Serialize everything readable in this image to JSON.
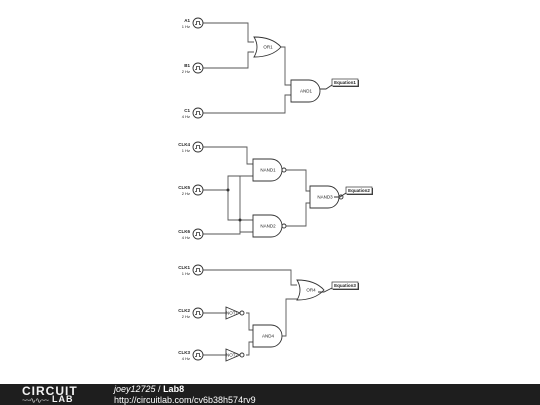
{
  "schematic": {
    "sources": [
      {
        "id": "A1",
        "name": "A1",
        "freq": "1 Hz"
      },
      {
        "id": "B1",
        "name": "B1",
        "freq": "2 Hz"
      },
      {
        "id": "C1",
        "name": "C1",
        "freq": "4 Hz"
      },
      {
        "id": "CLK4",
        "name": "CLK4",
        "freq": "1 Hz"
      },
      {
        "id": "CLK5",
        "name": "CLK5",
        "freq": "2 Hz"
      },
      {
        "id": "CLK6",
        "name": "CLK6",
        "freq": "4 Hz"
      },
      {
        "id": "CLK1",
        "name": "CLK1",
        "freq": "1 Hz"
      },
      {
        "id": "CLK2",
        "name": "CLK2",
        "freq": "2 Hz"
      },
      {
        "id": "CLK3",
        "name": "CLK3",
        "freq": "4 Hz"
      }
    ],
    "gates": [
      {
        "id": "OR1",
        "type": "OR",
        "label": "OR1"
      },
      {
        "id": "AND1",
        "type": "AND",
        "label": "AND1"
      },
      {
        "id": "NAND1",
        "type": "NAND",
        "label": "NAND1"
      },
      {
        "id": "NAND2",
        "type": "NAND",
        "label": "NAND2"
      },
      {
        "id": "NAND3",
        "type": "NAND",
        "label": "NAND3"
      },
      {
        "id": "OR4",
        "type": "OR",
        "label": "OR4"
      },
      {
        "id": "NOT1",
        "type": "NOT",
        "label": "NOT1"
      },
      {
        "id": "NOT2",
        "type": "NOT",
        "label": "NOT2"
      },
      {
        "id": "AND4",
        "type": "AND",
        "label": "AND4"
      }
    ],
    "outputs": [
      {
        "id": "Equation1",
        "label": "Equation1"
      },
      {
        "id": "Equation2",
        "label": "Equation2"
      },
      {
        "id": "Equation3",
        "label": "Equation3"
      }
    ]
  },
  "footer": {
    "logo_top": "CIRCUIT",
    "logo_bottom": "LAB",
    "author": "joey12725",
    "separator": " / ",
    "project": "Lab8",
    "url": "http://circuitlab.com/cv6b38h574rv9"
  }
}
